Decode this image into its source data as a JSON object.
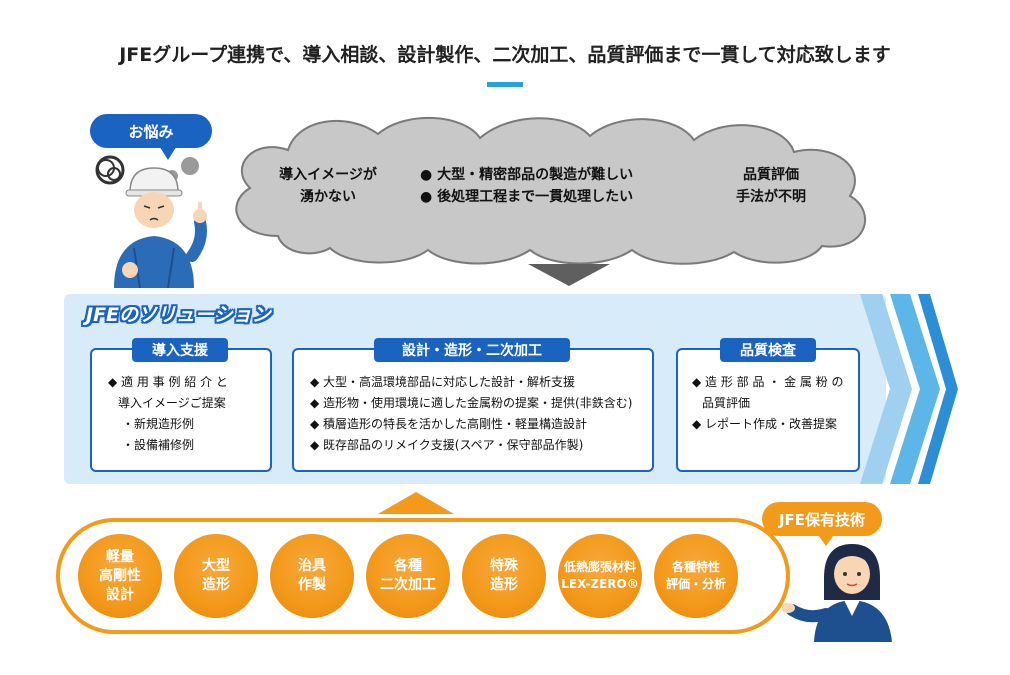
{
  "headline": "JFEグループ連携で、導入相談、設計製作、二次加工、品質評価まで一貫して対応致します",
  "worries": {
    "bubble_label": "お悩み",
    "items": [
      {
        "line1": "導入イメージが",
        "line2": "湧かない"
      },
      {
        "line1": "● 大型・精密部品の製造が難しい",
        "line2": "● 後処理工程まで一貫処理したい"
      },
      {
        "line1": "品質評価",
        "line2": "手法が不明"
      }
    ]
  },
  "solution": {
    "title": "JFEのソリューション",
    "boxes": [
      {
        "label": "導入支援",
        "items": [
          "◆ 適 用 事 例 紹 介 と",
          "導入イメージご提案",
          "・新規造形例",
          "・設備補修例"
        ]
      },
      {
        "label": "設計・造形・二次加工",
        "items": [
          "◆ 大型・高温環境部品に対応した設計・解析支援",
          "◆ 造形物・使用環境に適した金属粉の提案・提供(非鉄含む)",
          "◆ 積層造形の特長を活かした高剛性・軽量構造設計",
          "◆ 既存部品のリメイク支援(スペア・保守部品作製)"
        ]
      },
      {
        "label": "品質検査",
        "items": [
          "◆ 造 形 部 品 ・ 金 属 粉 の",
          "品質評価",
          "◆ レポート作成・改善提案"
        ]
      }
    ]
  },
  "technology": {
    "bubble_label": "JFE保有技術",
    "circles": [
      {
        "lines": [
          "軽量",
          "高剛性",
          "設計"
        ]
      },
      {
        "lines": [
          "大型",
          "造形"
        ]
      },
      {
        "lines": [
          "治具",
          "作製"
        ]
      },
      {
        "lines": [
          "各種",
          "二次加工"
        ]
      },
      {
        "lines": [
          "特殊",
          "造形"
        ]
      },
      {
        "lines": [
          "低熱膨張材料",
          "LEX-ZERO®"
        ]
      },
      {
        "lines": [
          "各種特性",
          "評価・分析"
        ]
      }
    ]
  },
  "colors": {
    "accent_blue": "#1b63c0",
    "light_blue": "#d7ebf8",
    "orange": "#f39a1b",
    "cloud_gray": "#c8c8c8"
  },
  "icons": [
    "worried-worker-figure",
    "thought-scribble-icon",
    "technician-woman-figure",
    "chevron-right-icon",
    "down-triangle-icon",
    "up-triangle-icon"
  ]
}
